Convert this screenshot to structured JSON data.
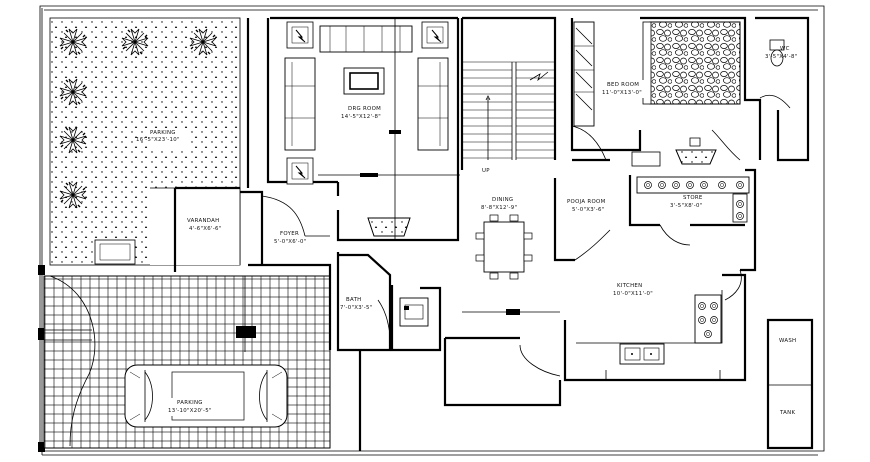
{
  "rooms": {
    "parking_top": {
      "name": "PARKING",
      "size": "16'-5\"X23'-10\""
    },
    "drg_room": {
      "name": "DRG ROOM",
      "size": "14'-5\"X12'-8\""
    },
    "bed_room": {
      "name": "BED ROOM",
      "size": "11'-0\"X13'-0\""
    },
    "wc": {
      "name": "WC",
      "size": "3'-5\"X4'-8\""
    },
    "varandah": {
      "name": "VARANDAH",
      "size": "4'-6\"X6'-6\""
    },
    "foyer": {
      "name": "FOYER",
      "size": "5'-0\"X6'-0\""
    },
    "dining": {
      "name": "DINING",
      "size": "8'-8\"X12'-9\""
    },
    "pooja_room": {
      "name": "POOJA ROOM",
      "size": "5'-0\"X3'-6\""
    },
    "store": {
      "name": "STORE",
      "size": "3'-5\"X8'-0\""
    },
    "kitchen": {
      "name": "KITCHEN",
      "size": "10'-0\"X11'-0\""
    },
    "bath": {
      "name": "BATH",
      "size": "7'-0\"X3'-5\""
    },
    "parking_bottom": {
      "name": "PARKING",
      "size": "13'-10\"X20'-5\""
    },
    "wash": {
      "name": "WASH"
    },
    "tank": {
      "name": "TANK"
    }
  },
  "stair": {
    "label": "UP"
  },
  "colors": {
    "line": "#000000",
    "background": "#ffffff"
  },
  "symbols": [
    "tree-symbol",
    "sofa-symbol",
    "bed-symbol",
    "car-symbol",
    "dining-table-symbol",
    "stove-symbol",
    "sink-symbol",
    "wc-symbol",
    "basin-symbol"
  ]
}
